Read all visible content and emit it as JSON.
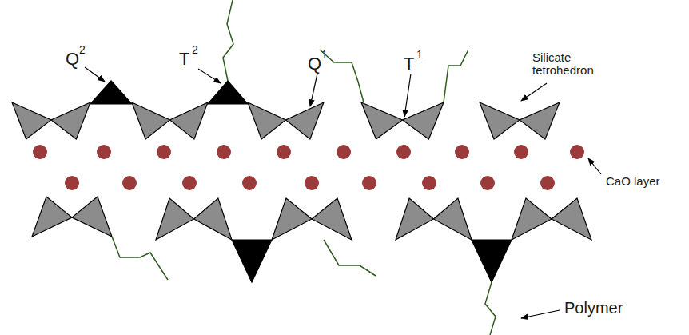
{
  "diagram": {
    "labels": [
      "Q",
      "2",
      "T",
      "2",
      "Q",
      "1",
      "T",
      "1",
      "Silicate tetrohedron",
      "CaO layer",
      "Polymer"
    ]
  }
}
